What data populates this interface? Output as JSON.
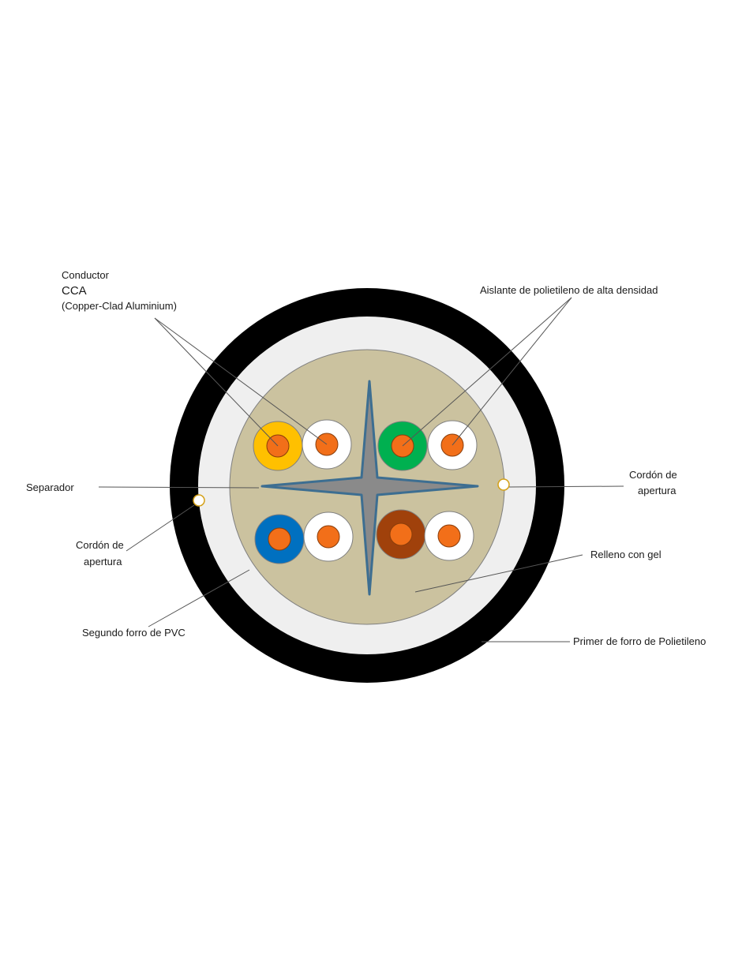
{
  "labels": {
    "conductor_line1": "Conductor",
    "conductor_line2": "CCA",
    "conductor_line3": "(Copper-Clad Aluminium)",
    "aislante": "Aislante de polietileno de alta densidad",
    "separador": "Separador",
    "cordon_right_line1": "Cordón de",
    "cordon_right_line2": "apertura",
    "cordon_left_line1": "Cordón de",
    "cordon_left_line2": "apertura",
    "relleno": "Relleno con gel",
    "segundo_forro": "Segundo forro de PVC",
    "primer_forro": "Primer de forro de Polietileno"
  },
  "colors": {
    "outer_jacket": "#000000",
    "inner_jacket": "#efefef",
    "gel_fill": "#cbc29f",
    "separator": "#8a8a8a",
    "separator_edge": "#3d6e91",
    "copper_core": "#f26f19",
    "pairs": [
      "#ffc000",
      "#ffffff",
      "#00b050",
      "#ffffff",
      "#0070c0",
      "#ffffff",
      "#a0410b",
      "#ffffff"
    ]
  }
}
